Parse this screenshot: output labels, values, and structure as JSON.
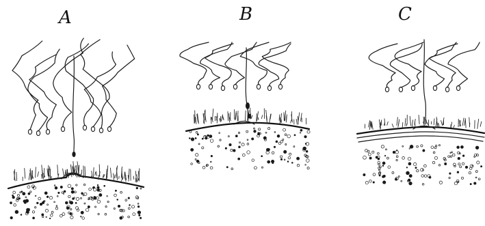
{
  "figure": {
    "panels": [
      {
        "id": "A",
        "label": "A"
      },
      {
        "id": "B",
        "label": "B"
      },
      {
        "id": "C",
        "label": "C"
      }
    ],
    "ink_color": "#1a1a1a",
    "background_color": "#ffffff"
  }
}
